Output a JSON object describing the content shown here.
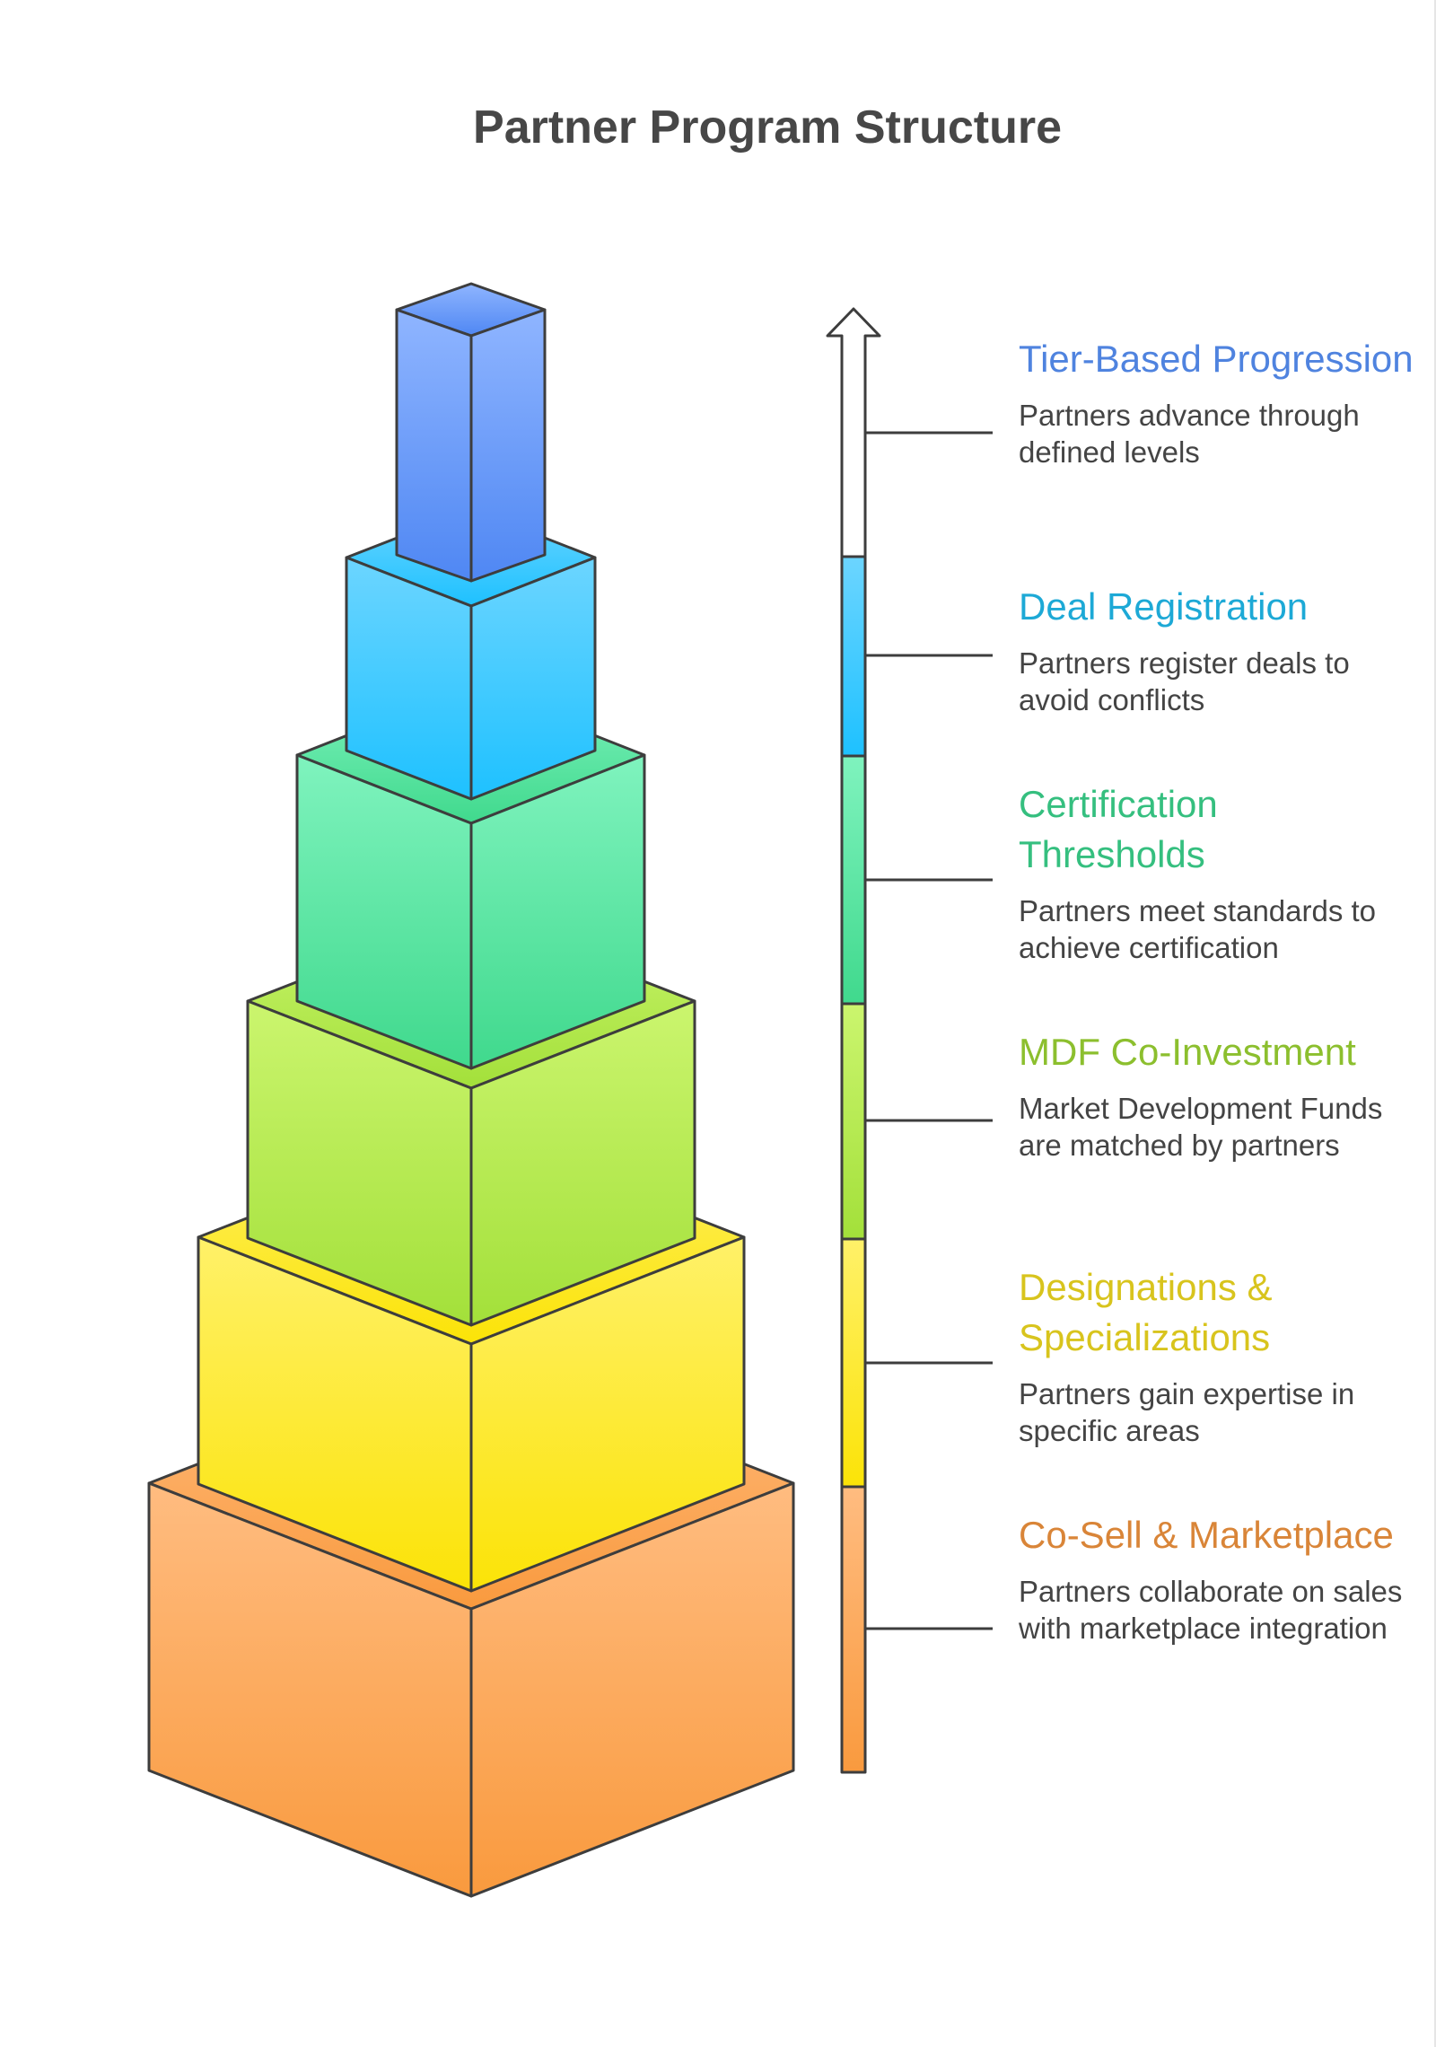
{
  "title": "Partner Program Structure",
  "colors": {
    "outline": "#3d3d3d",
    "title": "#474747"
  },
  "levels": [
    {
      "heading": "Tier-Based Progression",
      "description": "Partners advance through defined levels",
      "color": "#4f83df",
      "fill_top": "#8fb5ff",
      "fill_bottom": "#4f87f3"
    },
    {
      "heading": "Deal Registration",
      "description": "Partners register deals to avoid conflicts",
      "color": "#1da9d6",
      "fill_top": "#6cd5ff",
      "fill_bottom": "#1ec1ff"
    },
    {
      "heading": "Certification Thresholds",
      "description": "Partners meet standards to achieve certification",
      "color": "#35bf7f",
      "fill_top": "#7ff3be",
      "fill_bottom": "#40d98d"
    },
    {
      "heading": "MDF Co-Investment",
      "description": "Market Development Funds are matched by partners",
      "color": "#8cbf2e",
      "fill_top": "#cbf56e",
      "fill_bottom": "#a3e03a"
    },
    {
      "heading": "Designations & Specializations",
      "description": "Partners gain expertise in specific areas",
      "color": "#d8c41d",
      "fill_top": "#fff169",
      "fill_bottom": "#fbe307"
    },
    {
      "heading": "Co-Sell & Marketplace",
      "description": "Partners collaborate on sales with marketplace integration",
      "color": "#d98538",
      "fill_top": "#ffbc80",
      "fill_bottom": "#f99a3e"
    }
  ]
}
